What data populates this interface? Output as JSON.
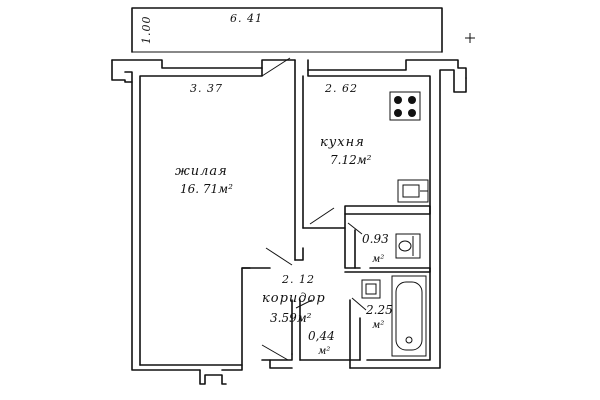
{
  "dimensions": {
    "balcony_length": "6. 41",
    "balcony_depth": "1.00",
    "living_width": "3. 37",
    "kitchen_width": "2. 62",
    "corridor_width": "2. 12"
  },
  "rooms": {
    "living": {
      "name": "жилая",
      "area": "16. 71м²"
    },
    "kitchen": {
      "name": "кухня",
      "area": "7.12м²"
    },
    "corridor": {
      "name": "коридор",
      "area": "3.59м²"
    },
    "toilet": {
      "area_value": "0.93",
      "area_unit": "м²"
    },
    "bathroom": {
      "area_value": "2.25",
      "area_unit": "м²"
    },
    "closet": {
      "area_value": "0,44",
      "area_unit": "м²"
    }
  }
}
